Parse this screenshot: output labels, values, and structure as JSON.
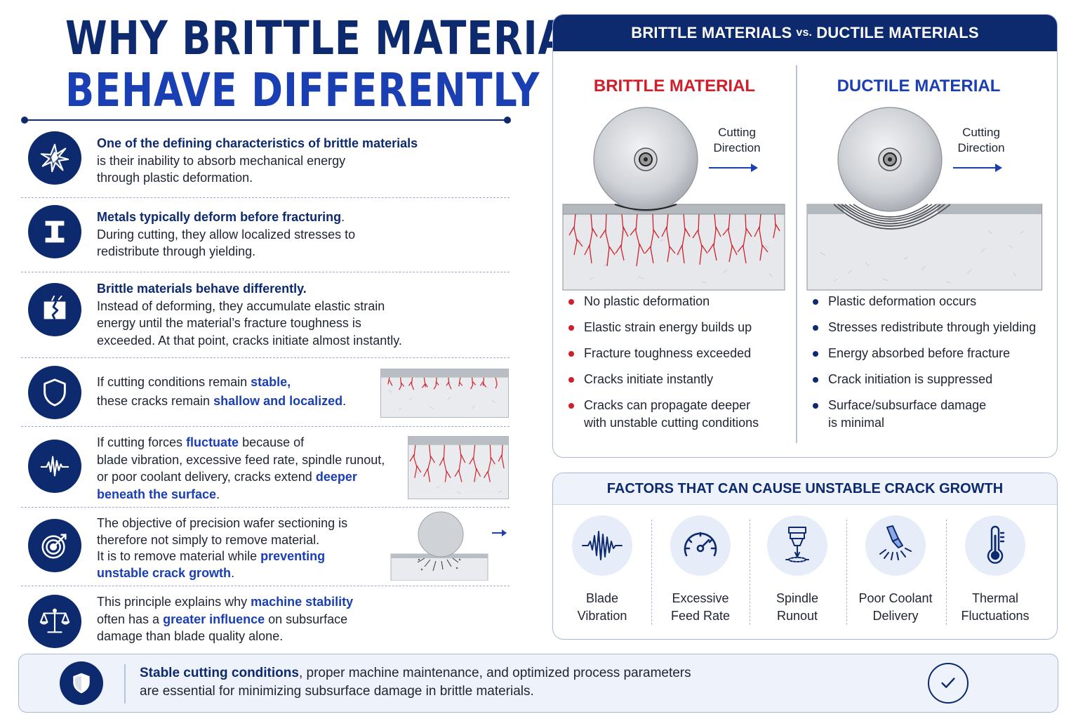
{
  "title": {
    "line1": "WHY BRITTLE MATERIALS",
    "line2": "BEHAVE DIFFERENTLY"
  },
  "rows": [
    {
      "icon": "fracture-burst-icon",
      "bold": "One of the defining characteristics of brittle materials",
      "line2": "is their inability to absorb mechanical energy",
      "line3": "through plastic deformation."
    },
    {
      "icon": "i-beam-icon",
      "bold": "Metals typically deform before fracturing",
      "bold_after": ".",
      "line2": "During cutting, they allow localized stresses to",
      "line3": "redistribute through yielding."
    },
    {
      "icon": "cracked-block-icon",
      "bold": "Brittle materials behave differently.",
      "line2": "Instead of deforming, they accumulate elastic strain",
      "line3": "energy until the material’s fracture toughness is",
      "line4": "exceeded. At that point, cracks initiate almost instantly."
    },
    {
      "icon": "shield-icon",
      "a1": "If cutting conditions remain ",
      "a2": "stable,",
      "b1": "these cracks remain ",
      "b2": "shallow and localized",
      "b3": "."
    },
    {
      "icon": "waveform-icon",
      "a1": "If cutting forces ",
      "a2": "fluctuate",
      "a3": " because of",
      "b": "blade vibration, excessive feed rate, spindle runout,",
      "c1": "or poor coolant delivery, cracks extend ",
      "c2": "deeper",
      "d1": "beneath the surface",
      "d2": "."
    },
    {
      "icon": "target-icon",
      "a": "The objective of precision wafer sectioning is",
      "b": "therefore not simply to remove material.",
      "c1": "It is to remove material while ",
      "c2": "preventing",
      "d1": "unstable crack growth",
      "d2": "."
    },
    {
      "icon": "balance-scale-icon",
      "a1": "This principle explains why ",
      "a2": "machine stability",
      "b1": "often has a ",
      "b2": "greater influence",
      "b3": " on subsurface",
      "c": "damage than blade quality alone."
    }
  ],
  "comparison": {
    "header_left": "BRITTLE MATERIALS",
    "header_vs": "vs.",
    "header_right": "DUCTILE MATERIALS",
    "cutting_line1": "Cutting",
    "cutting_line2": "Direction",
    "brittle": {
      "title": "BRITTLE MATERIAL",
      "points": [
        "No plastic deformation",
        "Elastic strain energy builds up",
        "Fracture toughness exceeded",
        "Cracks initiate instantly"
      ],
      "last_line1": "Cracks can propagate deeper",
      "last_line2": "with unstable cutting conditions"
    },
    "ductile": {
      "title": "DUCTILE MATERIAL",
      "points": [
        "Plastic deformation occurs",
        "Stresses redistribute through yielding",
        "Energy absorbed before fracture",
        "Crack initiation is suppressed"
      ],
      "last_line1": "Surface/subsurface damage",
      "last_line2": "is minimal"
    },
    "colors": {
      "brittle": "#d11f2a",
      "ductile": "#1a3fb3",
      "navy": "#0d2a6e"
    }
  },
  "factors": {
    "title": "FACTORS THAT CAN CAUSE UNSTABLE CRACK GROWTH",
    "items": [
      {
        "icon": "vibration-wave-icon",
        "l1": "Blade",
        "l2": "Vibration"
      },
      {
        "icon": "gauge-icon",
        "l1": "Excessive",
        "l2": "Feed Rate"
      },
      {
        "icon": "spindle-icon",
        "l1": "Spindle",
        "l2": "Runout"
      },
      {
        "icon": "coolant-nozzle-icon",
        "l1": "Poor Coolant",
        "l2": "Delivery"
      },
      {
        "icon": "thermometer-icon",
        "l1": "Thermal",
        "l2": "Fluctuations"
      }
    ]
  },
  "footer": {
    "bold": "Stable cutting conditions",
    "rest": ", proper machine maintenance, and optimized process parameters",
    "line2": "are essential for minimizing subsurface damage in brittle materials."
  }
}
